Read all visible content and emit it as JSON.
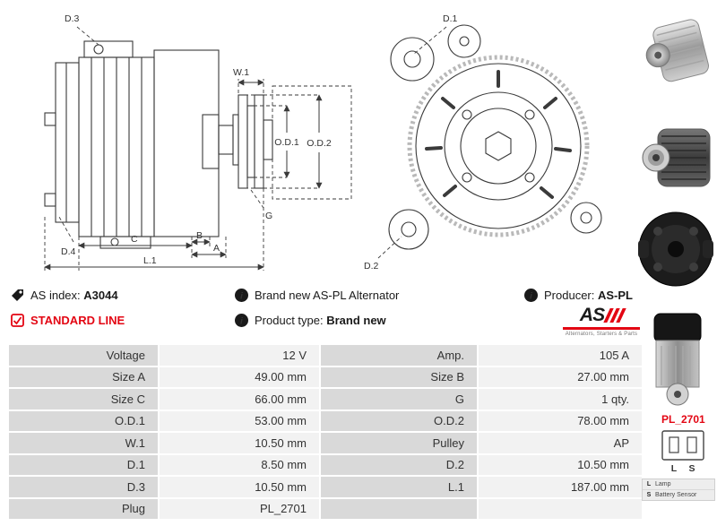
{
  "info": {
    "as_index_label": "AS index: ",
    "as_index_value": "A3044",
    "standard_line": "STANDARD LINE",
    "brand_new_text": "Brand new AS-PL Alternator",
    "product_type_label": "Product type: ",
    "product_type_value": "Brand new",
    "producer_label": "Producer: ",
    "producer_value": "AS-PL",
    "logo_text": "AS",
    "logo_subtext": "Alternators, Starters & Parts"
  },
  "colors": {
    "accent_red": "#e30613",
    "table_label_bg": "#d9d9d9",
    "table_value_bg": "#f2f2f2"
  },
  "diagram": {
    "side": {
      "d3": "D.3",
      "w1": "W.1",
      "od1": "O.D.1",
      "od2": "O.D.2",
      "g": "G",
      "d4": "D.4",
      "c": "C",
      "b": "B",
      "a": "A",
      "l1": "L.1"
    },
    "front": {
      "d1": "D.1",
      "d2": "D.2"
    }
  },
  "side_panel": {
    "plug_code": "PL_2701",
    "plug_pin_left": "L",
    "plug_pin_right": "S",
    "legend": [
      {
        "key": "L",
        "label": "Lamp"
      },
      {
        "key": "S",
        "label": "Battery Sensor"
      }
    ]
  },
  "table": {
    "rows": [
      {
        "l1": "Voltage",
        "v1": "12 V",
        "l2": "Amp.",
        "v2": "105 A"
      },
      {
        "l1": "Size A",
        "v1": "49.00 mm",
        "l2": "Size B",
        "v2": "27.00 mm"
      },
      {
        "l1": "Size C",
        "v1": "66.00 mm",
        "l2": "G",
        "v2": "1 qty."
      },
      {
        "l1": "O.D.1",
        "v1": "53.00 mm",
        "l2": "O.D.2",
        "v2": "78.00 mm"
      },
      {
        "l1": "W.1",
        "v1": "10.50 mm",
        "l2": "Pulley",
        "v2": "AP"
      },
      {
        "l1": "D.1",
        "v1": "8.50 mm",
        "l2": "D.2",
        "v2": "10.50 mm"
      },
      {
        "l1": "D.3",
        "v1": "10.50 mm",
        "l2": "L.1",
        "v2": "187.00 mm"
      },
      {
        "l1": "Plug",
        "v1": "PL_2701",
        "l2": "",
        "v2": ""
      }
    ]
  }
}
